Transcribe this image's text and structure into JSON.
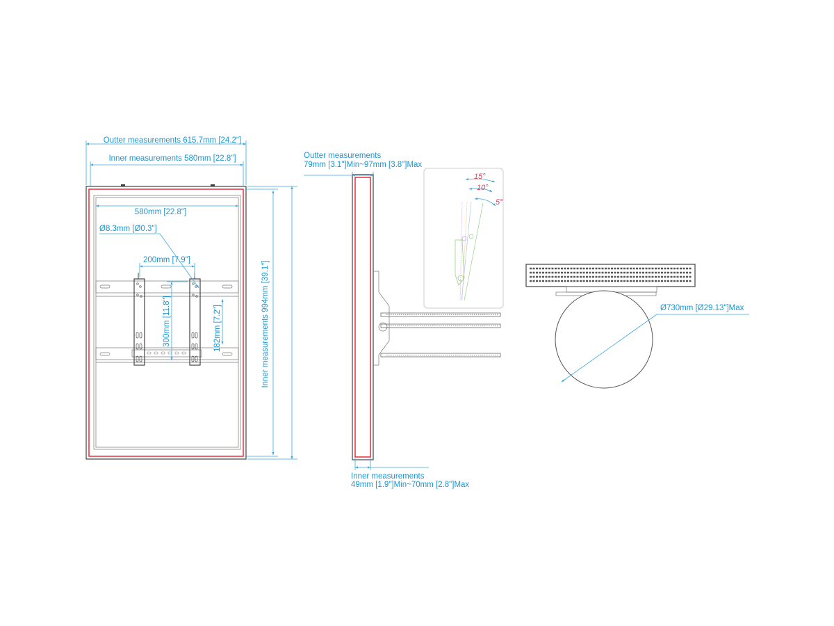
{
  "front_view": {
    "outer_width": "Outter measurements 615.7mm [24.2\"]",
    "inner_width": "Inner measurements 580mm [22.8\"]",
    "inner_frame_width": "580mm [22.8\"]",
    "hole_diameter": "Ø8.3mm [Ø0.3\"]",
    "bracket_spacing": "200mm [7.9\"]",
    "vertical_hole_spacing": "300mm [11.8\"]",
    "bracket_height": "182mm [7.2\"]",
    "inner_height": "Inner measurements 994mm [39.1\"]"
  },
  "side_view": {
    "outer_depth_title": "Outter measurements",
    "outer_depth_value": "79mm [3.1\"]Min~97mm [3.8\"]Max",
    "inner_depth_title": "Inner measurements",
    "inner_depth_value": "49mm [1.9\"]Min~70mm [2.8\"]Max"
  },
  "tilt_inset": {
    "angles": [
      "15°",
      "10°",
      "5°"
    ]
  },
  "top_view": {
    "base_diameter": "Ø730mm [Ø29.13\"]Max"
  },
  "colors": {
    "dimension": "#1a98d5",
    "inner_outline": "#e0202a",
    "angle": "#e0405a"
  }
}
